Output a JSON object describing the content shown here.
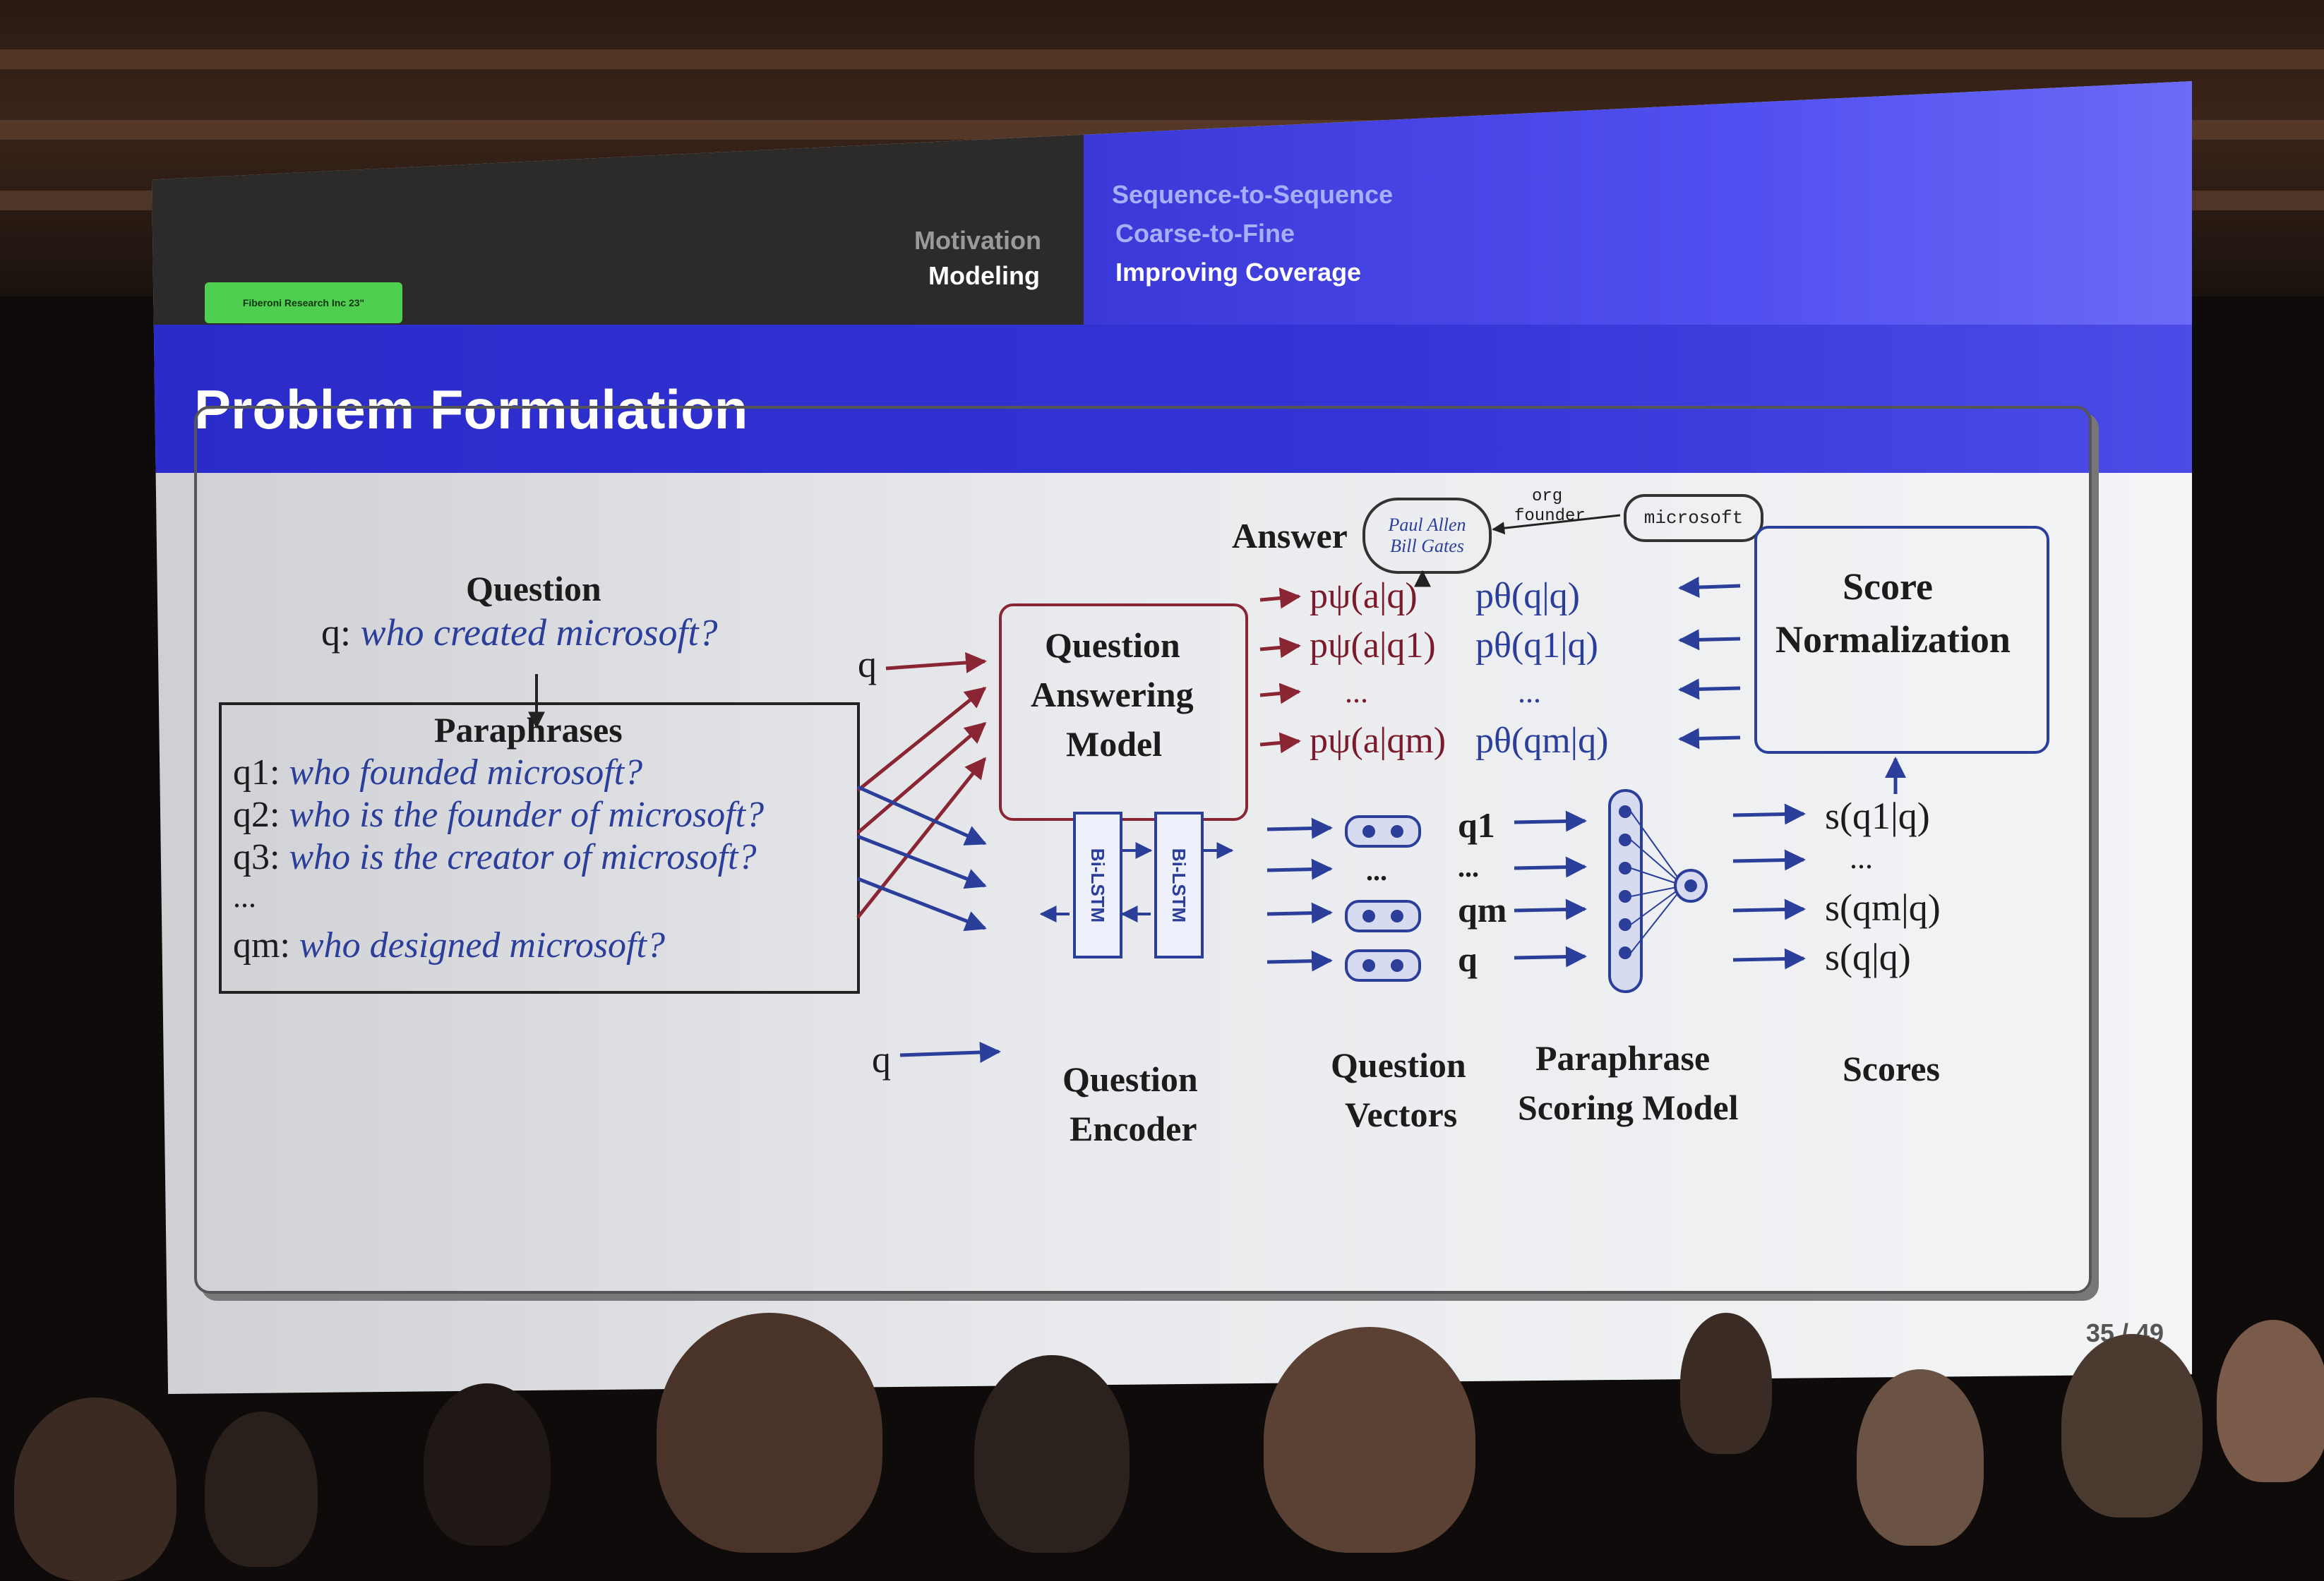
{
  "badge": "Fiberoni Research Inc 23\"",
  "nav": {
    "sections": [
      "Motivation",
      "Modeling"
    ],
    "current_section": "Modeling",
    "subsections": [
      "Sequence-to-Sequence",
      "Coarse-to-Fine",
      "Improving Coverage"
    ],
    "current_subsection": "Improving Coverage"
  },
  "slide_title": "Problem Formulation",
  "question": {
    "heading": "Question",
    "prefix": "q:",
    "text": "who created microsoft?"
  },
  "paraphrases": {
    "heading": "Paraphrases",
    "items": [
      {
        "label": "q1:",
        "text": "who founded microsoft?"
      },
      {
        "label": "q2:",
        "text": "who is the founder of microsoft?"
      },
      {
        "label": "q3:",
        "text": "who is the creator of microsoft?"
      },
      {
        "label": "...",
        "text": ""
      },
      {
        "label": "qm:",
        "text": "who designed microsoft?"
      }
    ]
  },
  "input_q": "q",
  "qa_model": {
    "line1": "Question",
    "line2": "Answering",
    "line3": "Model"
  },
  "answer": {
    "label": "Answer",
    "entities": [
      "Paul Allen",
      "Bill Gates"
    ],
    "relation": "org founder",
    "relation_top": "org",
    "relation_bottom": "founder",
    "subject": "microsoft"
  },
  "probabilities": [
    {
      "p_answer": "pψ(a|q)",
      "p_para": "pθ(q|q)"
    },
    {
      "p_answer": "pψ(a|q1)",
      "p_para": "pθ(q1|q)"
    },
    {
      "p_answer": "...",
      "p_para": "..."
    },
    {
      "p_answer": "pψ(a|qm)",
      "p_para": "pθ(qm|q)"
    }
  ],
  "score_norm": {
    "line1": "Score",
    "line2": "Normalization"
  },
  "encoder": {
    "cell": "Bi-LSTM",
    "label_line1": "Question",
    "label_line2": "Encoder"
  },
  "vectors": {
    "labels": [
      "q1",
      "...",
      "qm",
      "q"
    ],
    "caption_line1": "Question",
    "caption_line2": "Vectors"
  },
  "scoring_model": {
    "line1": "Paraphrase",
    "line2": "Scoring Model"
  },
  "scores": {
    "items": [
      "s(q1|q)",
      "...",
      "s(qm|q)",
      "s(q|q)"
    ],
    "caption": "Scores"
  },
  "slide_number": "35 / 49",
  "colors": {
    "accent_blue": "#2b3f9a",
    "accent_red": "#8a2633",
    "title_bar": "#3434d6"
  }
}
